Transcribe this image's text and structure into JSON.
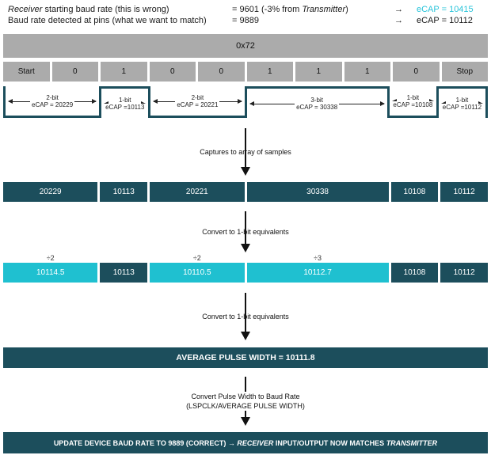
{
  "header": {
    "row1": {
      "label_italic": "Receiver",
      "label_rest": " starting baud rate (this is wrong)",
      "value_pre": "= 9601 (-3% from ",
      "value_italic": "Transmitter",
      "value_post": ")",
      "arrow": "→",
      "ecap": "eCAP = 10415"
    },
    "row2": {
      "label": "Baud rate detected at pins (what we want to match)",
      "value": "= 9889",
      "arrow": "→",
      "ecap": "eCAP = 10112"
    }
  },
  "byte_bar": {
    "label": "0x72"
  },
  "bit_cells": [
    "Start",
    "0",
    "1",
    "0",
    "0",
    "1",
    "1",
    "1",
    "0",
    "Stop"
  ],
  "waveform": {
    "segments": [
      {
        "bits": "2-bit",
        "ecap": "eCAP = 20229",
        "level": "low",
        "units": 2
      },
      {
        "bits": "1-bit",
        "ecap": "eCAP =10113",
        "level": "high",
        "units": 1
      },
      {
        "bits": "2-bit",
        "ecap": "eCAP = 20221",
        "level": "low",
        "units": 2
      },
      {
        "bits": "3-bit",
        "ecap": "eCAP = 30338",
        "level": "high",
        "units": 3
      },
      {
        "bits": "1-bit",
        "ecap": "eCAP =10108",
        "level": "low",
        "units": 1
      },
      {
        "bits": "1-bit",
        "ecap": "eCAP =10112",
        "level": "high",
        "units": 1
      }
    ]
  },
  "arrows": {
    "capture": "Captures to array of samples",
    "convert1": "Convert to 1-bit equivalents",
    "convert2": "Convert to 1-bit equivalents",
    "baud_line1": "Convert Pulse Width to Baud Rate",
    "baud_line2": "(LSPCLK/AVERAGE PULSE WIDTH)"
  },
  "samples_row": {
    "cells": [
      "20229",
      "10113",
      "20221",
      "30338",
      "10108",
      "10112"
    ]
  },
  "divisors": [
    "÷2",
    "÷2",
    "÷3"
  ],
  "converted_row": {
    "cells": [
      {
        "value": "10114.5",
        "highlight": true
      },
      {
        "value": "10113",
        "highlight": false
      },
      {
        "value": "10110.5",
        "highlight": true
      },
      {
        "value": "10112.7",
        "highlight": true
      },
      {
        "value": "10108",
        "highlight": false
      },
      {
        "value": "10112",
        "highlight": false
      }
    ]
  },
  "average_bar": {
    "label": "AVERAGE PULSE WIDTH = 10111.8"
  },
  "final_bar": {
    "pre": "UPDATE DEVICE BAUD RATE TO 9889 (CORRECT) → ",
    "italic1": "RECEIVER",
    "mid": " INPUT/OUTPUT NOW MATCHES ",
    "italic2": "TRANSMITTER"
  },
  "colors": {
    "teal_dark": "#1C4E5C",
    "cyan_cell": "#1FC0D0",
    "cyan_text": "#29C4DA",
    "gray": "#ABABAB"
  }
}
